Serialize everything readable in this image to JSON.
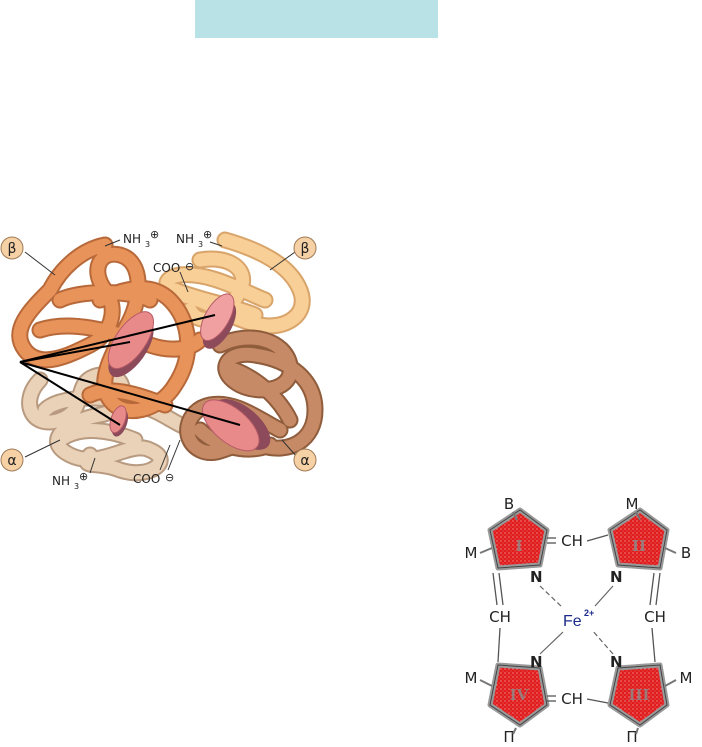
{
  "hemoglobin": {
    "subunit_labels": {
      "beta_left": "β",
      "beta_right": "β",
      "alpha_left": "α",
      "alpha_right": "α"
    },
    "nh3_top_left": "NH",
    "nh3_top_right": "NH",
    "nh3_bottom": "NH",
    "nh3_sub": "3",
    "coo_top": "COO",
    "coo_bottom": "COO",
    "plus": "⊕",
    "minus": "⊖"
  },
  "heme": {
    "center": "Fe",
    "center_charge": "2+",
    "rings": [
      "I",
      "II",
      "III",
      "IV"
    ],
    "bridge_ch": "CH",
    "nitrogen": "N",
    "substituents": {
      "B": "B",
      "M": "M",
      "P": "П"
    }
  },
  "colors": {
    "beta_left": "#e8935a",
    "beta_right": "#f8cf97",
    "alpha_left": "#ead2b8",
    "alpha_right": "#c68a66",
    "heme_disc": "#e98a8a",
    "heme_ring": "#e01c1c",
    "iron": "#1a2a8a"
  }
}
